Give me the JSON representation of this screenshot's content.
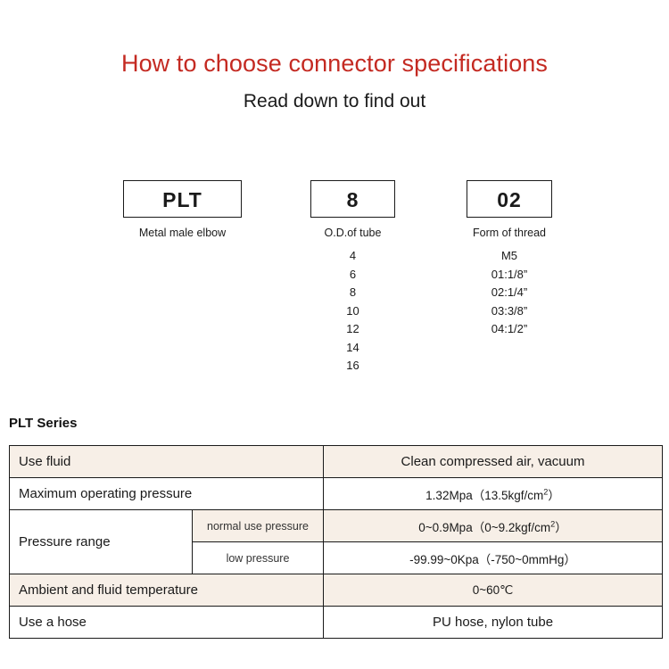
{
  "header": {
    "title": "How to choose connector specifications",
    "subtitle": "Read down to find out",
    "title_color": "#c42a22"
  },
  "code_breakdown": [
    {
      "code": "PLT",
      "caption": "Metal male elbow",
      "options": []
    },
    {
      "code": "8",
      "caption": "O.D.of tube",
      "options": [
        "4",
        "6",
        "8",
        "10",
        "12",
        "14",
        "16"
      ]
    },
    {
      "code": "02",
      "caption": "Form of thread",
      "options": [
        "M5",
        "01:1/8”",
        "02:1/4”",
        "03:3/8”",
        "04:1/2”"
      ]
    }
  ],
  "spec": {
    "series_label": "PLT Series",
    "rows": [
      {
        "label": "Use fluid",
        "value": "Clean compressed air, vacuum"
      },
      {
        "label": "Maximum operating pressure",
        "value": "1.32Mpa（13.5kgf/cm2）"
      },
      {
        "label": "Pressure range",
        "sub": [
          {
            "sublabel": "normal use pressure",
            "value": "0~0.9Mpa（0~9.2kgf/cm2）"
          },
          {
            "sublabel": "low pressure",
            "value": "-99.99~0Kpa（-750~0mmHg）"
          }
        ]
      },
      {
        "label": "Ambient and fluid temperature",
        "value": "0~60℃"
      },
      {
        "label": "Use a hose",
        "value": "PU hose, nylon tube"
      }
    ]
  },
  "colors": {
    "beige": "#f7efe7",
    "border": "#1a1a1a",
    "text": "#1a1a1a"
  }
}
